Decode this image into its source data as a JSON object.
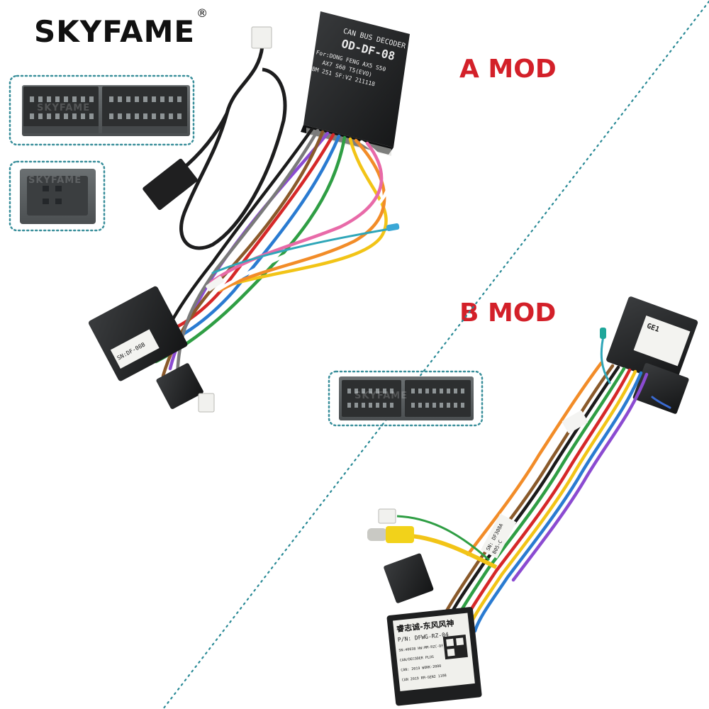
{
  "brand": {
    "name": "SKYFAME",
    "registered_mark": "®"
  },
  "watermark": "SKYFAME",
  "mods": {
    "a": {
      "label": "A MOD"
    },
    "b": {
      "label": "B MOD"
    }
  },
  "decoder_a": {
    "line1": "CAN BUS DECODER",
    "line2": "OD-DF-08",
    "line3": "For:DONG FENG AX5 S50",
    "line4": "AX7 S60 T5(EVO)",
    "line5": "BM 251  SF:V2  211118"
  },
  "harness_label_a": "SN:DF-08B",
  "harness_label_b": {
    "line1": "SN: DF308A",
    "line2": "B05-C"
  },
  "connector_b": {
    "tag": "GE1"
  },
  "decoder_b": {
    "line1": "睿志诚-东风风神",
    "line2": "P/N: DFWG-RZ-04",
    "line3": "SN:40038  HW:MM-RZC-DF-W6",
    "line4": "CAN/DECODER PLUG",
    "line5": "CAN: 2019  WORK-2000",
    "line6": "CAN 2019 RM-GEN2 1108"
  },
  "colors": {
    "brand": "#111111",
    "mod_label": "#d32029",
    "divider": "#2a8a96",
    "connector_frame": "#3a8f9b",
    "connector_body": "#5a5f60",
    "connector_dark": "#2d2f30"
  }
}
